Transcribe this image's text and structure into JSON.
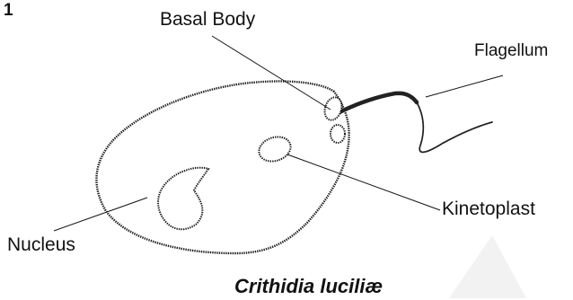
{
  "figure_number": "1",
  "labels": {
    "basal_body": "Basal Body",
    "flagellum": "Flagellum",
    "kinetoplast": "Kinetoplast",
    "nucleus": "Nucleus"
  },
  "title": "Crithidia luciliæ"
}
